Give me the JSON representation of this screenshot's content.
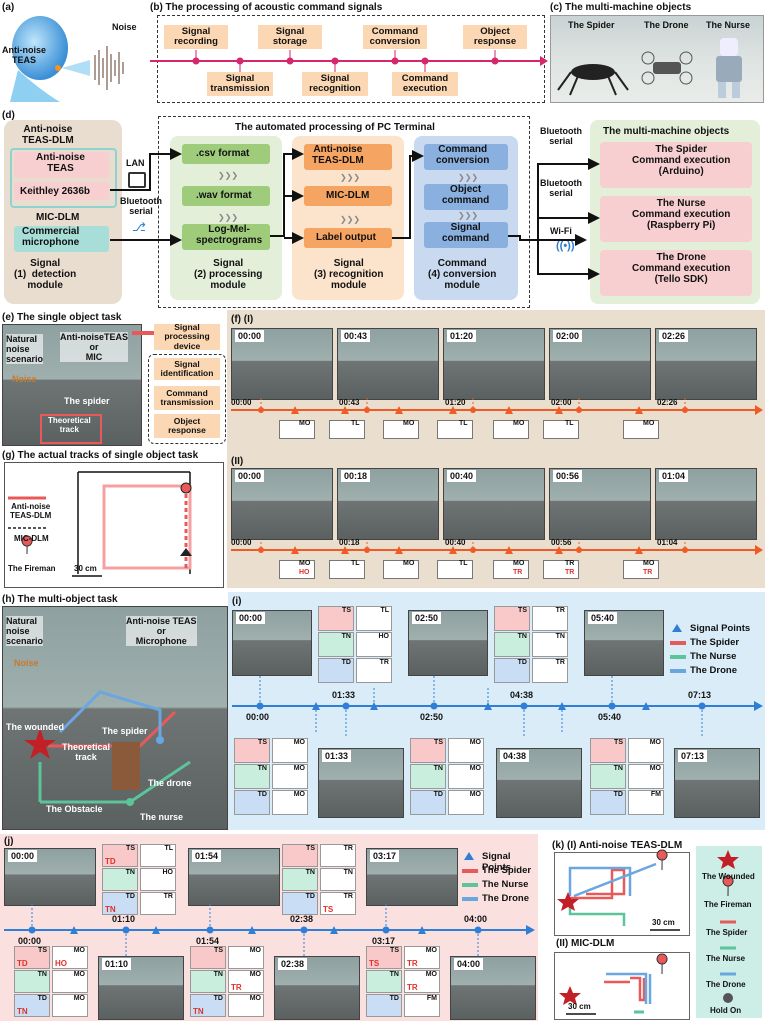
{
  "panel_a": {
    "letter": "(a)",
    "noise": "Noise",
    "device": "Anti-noise\nTEAS"
  },
  "panel_b": {
    "title": "(b) The processing of acoustic command signals",
    "steps_top": [
      "Signal\nrecording",
      "Signal\nstorage",
      "Command\nconversion",
      "Object\nresponse"
    ],
    "steps_bottom": [
      "Signal\ntransmission",
      "Signal\nrecognition",
      "Command\nexecution"
    ]
  },
  "panel_c": {
    "title": "(c) The multi-machine objects",
    "objects": [
      "The Spider",
      "The Drone",
      "The Nurse"
    ]
  },
  "panel_d": {
    "letter": "(d)",
    "detection": {
      "title": "Anti-noise\nTEAS-DLM",
      "teas": "Anti-noise\nTEAS",
      "keithley": "Keithley 2636b",
      "mic_title": "MIC-DLM",
      "mic": "Commercial\nmicrophone",
      "module": "Signal\n(1)  detection\nmodule"
    },
    "lan": "LAN",
    "bt_serial": "Bluetooth\nserial",
    "pc_title": "The automated processing of PC Terminal",
    "processing": {
      "items": [
        ".csv format",
        ".wav format",
        "Log-Mel-\nspectrograms"
      ],
      "module": "Signal\n(2) processing\nmodule"
    },
    "recognition": {
      "items": [
        "Anti-noise\nTEAS-DLM",
        "MIC-DLM",
        "Label output"
      ],
      "module": "Signal\n(3) recognition\nmodule"
    },
    "conversion": {
      "items": [
        "Command\nconversion",
        "Object\ncommand",
        "Signal\ncommand"
      ],
      "module": "Command\n(4) conversion\nmodule"
    },
    "bt1": "Bluetooth\nserial",
    "bt2": "Bluetooth\nserial",
    "wifi": "Wi-Fi",
    "mm_title": "The multi-machine objects",
    "machines": [
      "The Spider\nCommand execution\n(Arduino)",
      "The Nurse\nCommand execution\n(Raspberry Pi)",
      "The Drone\nCommand execution\n(Tello SDK)"
    ]
  },
  "panel_e": {
    "title": "(e) The single object task",
    "scenario": "Natural\nnoise\nscenario",
    "noise": "Noise",
    "anti_noise": "Anti-noiseTEAS\nor\nMIC",
    "spider": "The spider",
    "track": "Theoretical\ntrack",
    "steps": [
      "Signal\nprocessing\ndevice",
      "Signal\nidentification",
      "Command\ntransmission",
      "Object\nresponse"
    ]
  },
  "panel_f": {
    "title": "(f) (I)",
    "sub2": "(II)",
    "row1_times": [
      "00:00",
      "00:43",
      "01:20",
      "02:00",
      "02:26"
    ],
    "row2_times": [
      "00:00",
      "00:18",
      "00:40",
      "00:56",
      "01:04"
    ],
    "row1_tags": [
      "MO",
      "TL",
      "MO",
      "TL",
      "MO",
      "TL",
      "MO"
    ],
    "row2_tags": [
      "MO",
      "TL",
      "MO",
      "TL",
      "MO",
      "TR",
      "MO"
    ],
    "row2_errors": [
      "HO",
      "TR",
      "TR",
      "TR"
    ]
  },
  "panel_g": {
    "title": "(g) The actual tracks of single object task",
    "legend": [
      "Anti-noise\nTEAS-DLM",
      "MIC-DLM",
      "The Fireman"
    ],
    "scale": "30 cm"
  },
  "panel_h": {
    "title": "(h) The multi-object task",
    "scenario": "Natural\nnoise\nscenario",
    "noise": "Noise",
    "anti_noise": "Anti-noise TEAS\nor\nMicrophone",
    "labels": [
      "The wounded",
      "The spider",
      "Theoretical\ntrack",
      "The drone",
      "The Obstacle",
      "The nurse"
    ]
  },
  "panel_i": {
    "letter": "(i)",
    "times_top": [
      "00:00",
      "02:50",
      "05:40"
    ],
    "times_bottom": [
      "01:33",
      "04:38",
      "07:13"
    ],
    "axis_ticks": [
      "00:00",
      "01:33",
      "02:50",
      "04:38",
      "05:40",
      "07:13"
    ],
    "axis_ticks_top": [
      "01:33",
      "04:38",
      "07:13"
    ],
    "axis_ticks_bottom": [
      "00:00",
      "02:50",
      "05:40"
    ],
    "legend": [
      "Signal Points",
      "The Spider",
      "The Nurse",
      "The Drone"
    ],
    "cells_top1": [
      "TS",
      "TL",
      "TN",
      "HO",
      "TD",
      "TR"
    ],
    "cells_top2": [
      "TS",
      "TR",
      "TN",
      "TN",
      "TD",
      "TR"
    ],
    "cells_bot1": [
      "TS",
      "MO",
      "TN",
      "MO",
      "TD",
      "MO"
    ],
    "cells_bot2": [
      "TS",
      "MO",
      "TN",
      "MO",
      "TD",
      "FM"
    ]
  },
  "panel_j": {
    "letter": "(j)",
    "times_top": [
      "00:00",
      "01:54",
      "03:17"
    ],
    "times_bottom": [
      "01:10",
      "02:38",
      "04:00"
    ],
    "axis_ticks_top": [
      "01:10",
      "02:38",
      "04:00"
    ],
    "axis_ticks_bottom": [
      "00:00",
      "01:54",
      "03:17"
    ],
    "legend": [
      "Signal Points",
      "The Spider",
      "The Nurse",
      "The Drone"
    ],
    "cells_top1": [
      "TS",
      "TL",
      "TN",
      "HO",
      "TD",
      "TR"
    ],
    "cells_top2": [
      "TS",
      "TR",
      "TN",
      "TN",
      "TD",
      "TR"
    ],
    "cells_bot1": [
      "TS",
      "MO",
      "TN",
      "MO",
      "TD",
      "MO"
    ],
    "cells_bot2": [
      "TS",
      "MO",
      "TN",
      "MO",
      "TD",
      "FM"
    ],
    "errors_top1": [
      "TD",
      "TN"
    ],
    "errors_top2": [
      "TS"
    ],
    "errors_bot1": [
      "TD",
      "HO",
      "TN"
    ],
    "errors_bot2": [
      "TR",
      "TN"
    ],
    "errors_bot3": [
      "TS",
      "TR"
    ],
    "errors_bot4": [
      "TR"
    ]
  },
  "panel_k": {
    "title": "(k) (I) Anti-noise TEAS-DLM",
    "sub2": "(II) MIC-DLM",
    "scale": "30 cm",
    "legend": [
      "The Wounded",
      "The Fireman",
      "The Spider",
      "The Nurse",
      "The Drone",
      "Hold On"
    ]
  },
  "colors": {
    "orange": "#f15a24",
    "magenta": "#d6266c",
    "blue": "#2f7fd8",
    "spider": "#e85a5a",
    "nurse": "#5dc39a",
    "drone": "#6aa6e0",
    "peach": "#fbd8b3",
    "green_bg": "#e4efd9",
    "blue_bg": "#d9ecf7",
    "pink_bg": "#fbe0e0"
  }
}
